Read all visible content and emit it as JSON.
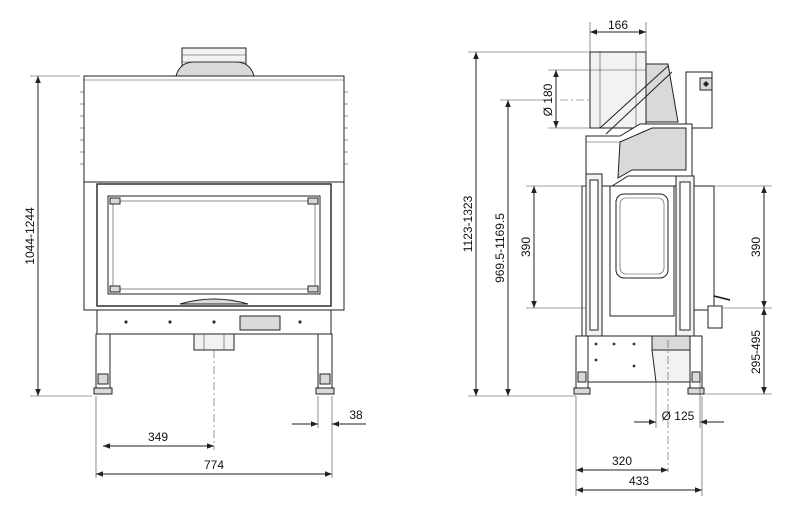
{
  "front_view": {
    "dims": {
      "height_total": "1044-1244",
      "left_leg_to_center": "349",
      "total_width": "774",
      "leg_width": "38"
    }
  },
  "side_view": {
    "dims": {
      "top_flue_width": "166",
      "flue_diameter": "Ø 180",
      "total_height": "1123-1323",
      "flue_height": "969.5-1169.5",
      "glass_height_left": "390",
      "glass_height_right": "390",
      "leg_height": "295-495",
      "air_inlet_diameter": "Ø 125",
      "depth_to_inlet": "320",
      "total_depth": "433"
    }
  }
}
